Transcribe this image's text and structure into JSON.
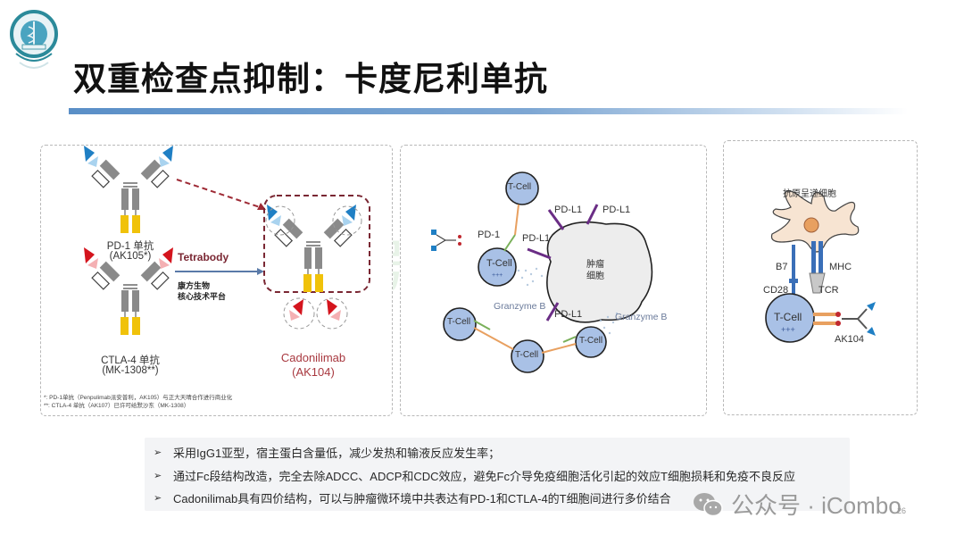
{
  "slide": {
    "title": "双重检查点抑制：卡度尼利单抗",
    "page_number": "26",
    "colors": {
      "accent_blue": "#5a8fc7",
      "dark_red": "#a8383f",
      "tcell_fill": "#a9c1e6",
      "gold": "#f0c20a"
    }
  },
  "panel_left": {
    "pd1": {
      "name": "PD-1 单抗",
      "code": "(AK105*)"
    },
    "ctla4": {
      "name": "CTLA-4 单抗",
      "code": "(MK-1308**)"
    },
    "tetrabody": "Tetrabody",
    "platform_line1": "康方生物",
    "platform_line2": "核心技术平台",
    "product_name": "Cadonilimab",
    "product_code": "(AK104)",
    "footnote1": "*: PD-1单抗（Penpulimab派安普利，AK105）与正大天晴合作进行商业化",
    "footnote2": "**: CTLA-4 单抗（AK107）已许可给默沙东（MK-1308）"
  },
  "panel_middle": {
    "tcell_label": "T-Cell",
    "tcell_sub": "+++",
    "tumor_line1": "肿瘤",
    "tumor_line2": "细胞",
    "pdl1_label": "PD-L1",
    "pd1_label": "PD-1",
    "granzyme_label": "Granzyme B"
  },
  "panel_right": {
    "apc_label": "抗原呈递细胞",
    "b7": "B7",
    "mhc": "MHC",
    "cd28": "CD28",
    "tcr": "TCR",
    "tcell_label": "T-Cell",
    "tcell_sub": "+++",
    "ak104": "AK104"
  },
  "bullets": [
    "采用IgG1亚型，宿主蛋白含量低，减少发热和输液反应发生率；",
    "通过Fc段结构改造，完全去除ADCC、ADCP和CDC效应，避免Fc介导免疫细胞活化引起的效应T细胞损耗和免疫不良反应",
    "Cadonilimab具有四价结构，可以与肿瘤微环境中共表达有PD-1和CTLA-4的T细胞间进行多价结合"
  ],
  "watermark": {
    "text": "公众号 · iCombo",
    "mid_text": "公众号：iCombo"
  }
}
